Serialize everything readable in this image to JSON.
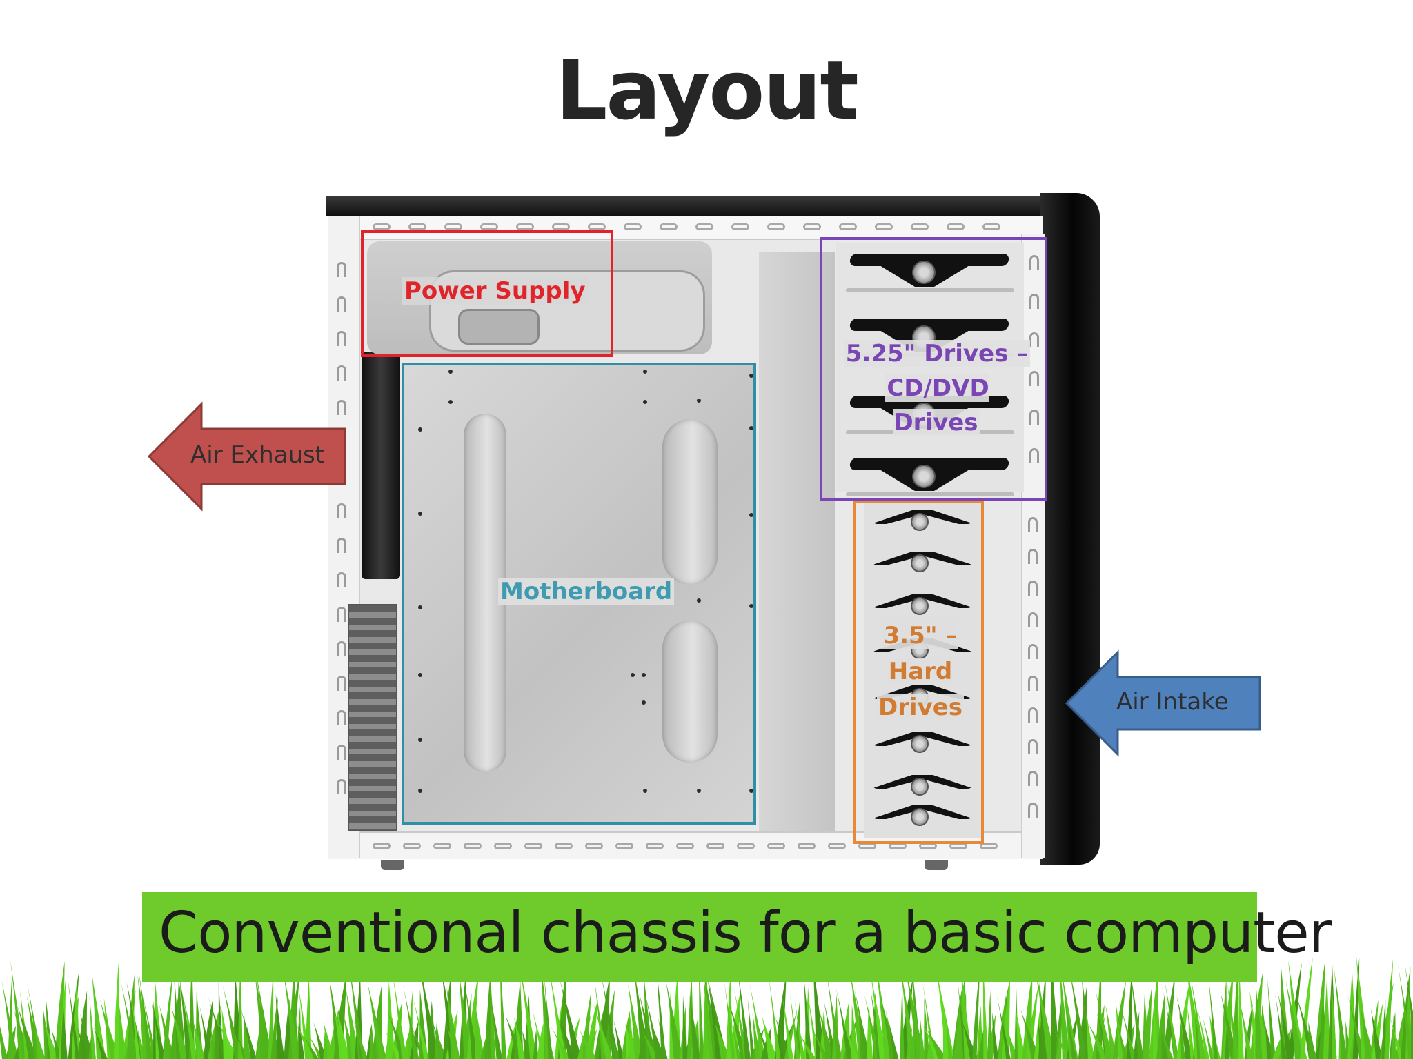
{
  "slide": {
    "title": "Layout",
    "caption": "Conventional chassis for a basic computer"
  },
  "diagram": {
    "components": [
      {
        "id": "power_supply",
        "label": "Power Supply",
        "color": "#e0242a"
      },
      {
        "id": "motherboard",
        "label": "Motherboard",
        "color": "#2f8fa6"
      },
      {
        "id": "bays_525",
        "label_lines": [
          "5.25\" Drives –",
          "CD/DVD Drives"
        ],
        "color": "#7a45b4"
      },
      {
        "id": "bays_35",
        "label_lines": [
          "3.5\" –",
          "Hard",
          "Drives"
        ],
        "color": "#e8893a"
      }
    ],
    "airflow": [
      {
        "id": "exhaust",
        "label": "Air Exhaust",
        "color": "#c0504d",
        "direction": "left"
      },
      {
        "id": "intake",
        "label": "Air Intake",
        "color": "#4f81bd",
        "direction": "left"
      }
    ]
  },
  "colors": {
    "caption_bar": "#6fcb2c",
    "grass": "#5ebd1f"
  }
}
